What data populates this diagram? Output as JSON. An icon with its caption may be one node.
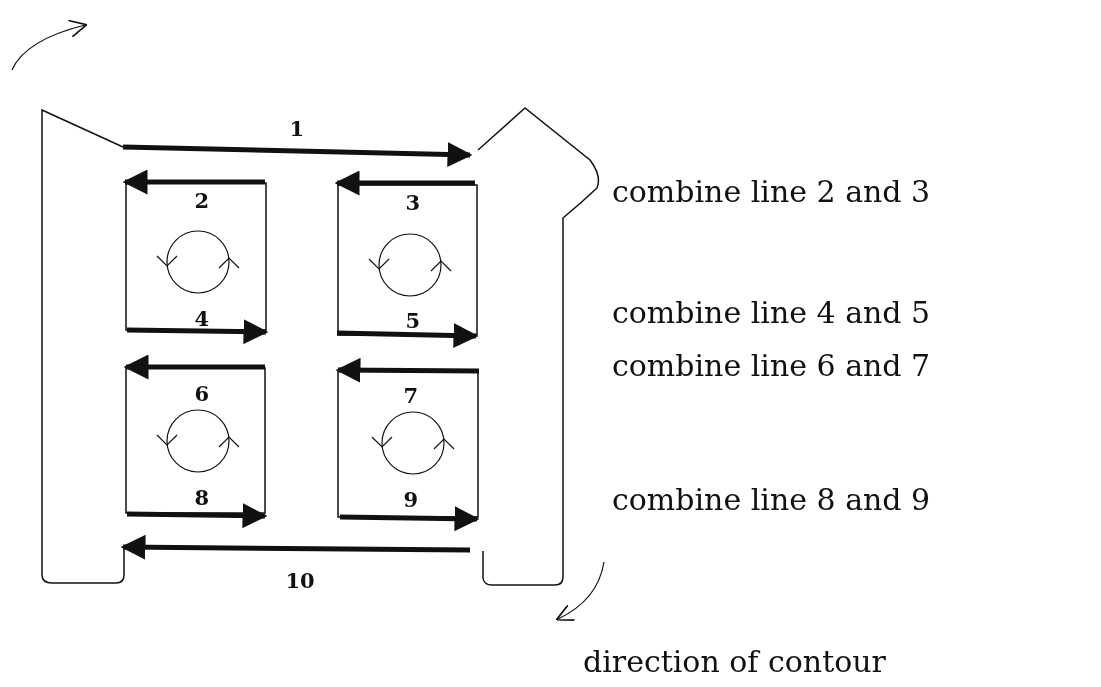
{
  "diagram": {
    "labels": [
      "1",
      "2",
      "3",
      "4",
      "5",
      "6",
      "7",
      "8",
      "9",
      "10",
      "combine line 2 and 3",
      "combine line 4 and 5",
      "combine line 6 and 7",
      "combine line 8 and 9",
      "direction of contour"
    ]
  }
}
